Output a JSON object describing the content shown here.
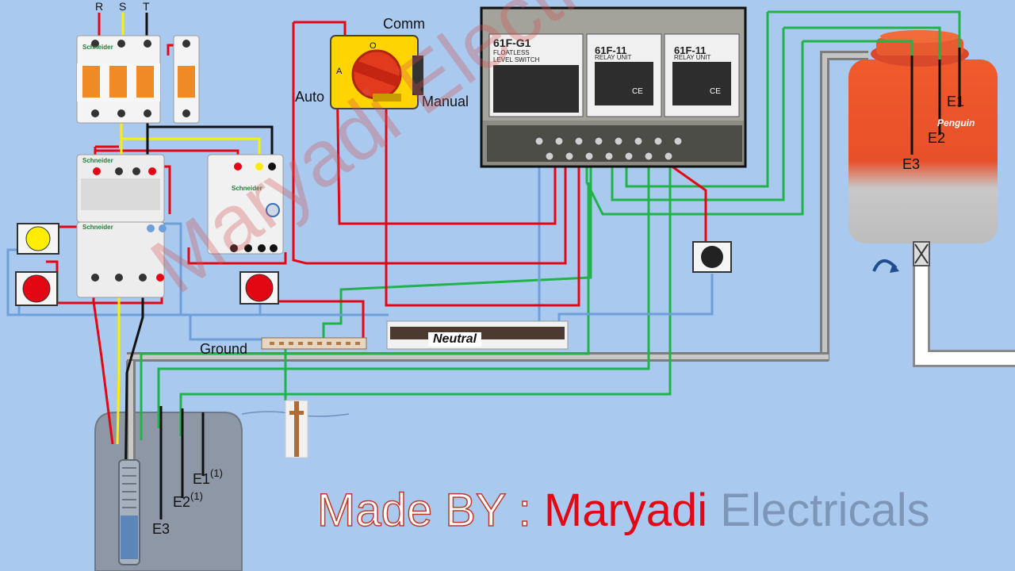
{
  "phases": {
    "r": "R",
    "s": "S",
    "t": "T"
  },
  "switch_labels": {
    "comm": "Comm",
    "auto": "Auto",
    "manual": "Manual",
    "pos_a": "A",
    "pos_o": "O"
  },
  "controller": {
    "g1_model": "61F-G1",
    "g1_sub1": "FLOATLESS",
    "g1_sub2": "LEVEL SWITCH",
    "relay1_model": "61F-11",
    "relay1_sub": "RELAY UNIT",
    "relay2_model": "61F-11",
    "relay2_sub": "RELAY UNIT",
    "ce": "CE"
  },
  "tank": {
    "brand": "Penguin",
    "e1": "E1",
    "e2": "E2",
    "e3": "E3"
  },
  "sump": {
    "e1": "E1",
    "e1_sup": "(1)",
    "e2": "E2",
    "e2_sup": "(1)",
    "e3": "E3"
  },
  "bars": {
    "neutral": "Neutral",
    "ground": "Ground"
  },
  "contactor": {
    "brand": "Schneider"
  },
  "credit": {
    "made_by": "Made BY : ",
    "brand": "Maryadi",
    "suffix": "Electricals"
  },
  "watermark": "Maryadi Electricals",
  "colors": {
    "background": "#a9c9ef",
    "phase_red": "#e30613",
    "phase_yellow": "#ffee00",
    "phase_black": "#111111",
    "sensor_green": "#21b34a",
    "neutral_blue": "#6f9fd8",
    "tank_orange": "#e8502a"
  }
}
